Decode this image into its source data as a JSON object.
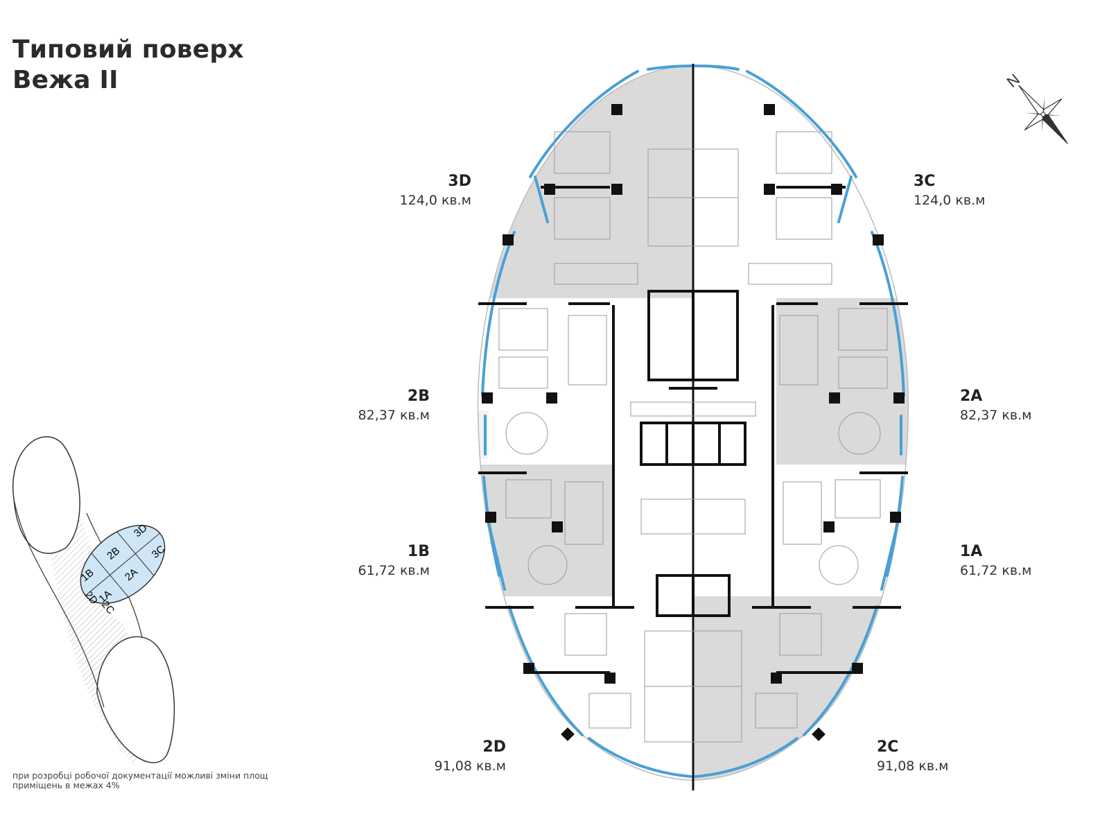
{
  "title": {
    "line1": "Типовий поверх",
    "line2": "Вежа II"
  },
  "compass": {
    "north_letter": "N"
  },
  "units": [
    {
      "id": "3D",
      "name": "3D",
      "area": "124,0 кв.м"
    },
    {
      "id": "3C",
      "name": "3C",
      "area": "124,0 кв.м"
    },
    {
      "id": "2B",
      "name": "2B",
      "area": "82,37 кв.м"
    },
    {
      "id": "2A",
      "name": "2A",
      "area": "82,37 кв.м"
    },
    {
      "id": "1B",
      "name": "1B",
      "area": "61,72 кв.м"
    },
    {
      "id": "1A",
      "name": "1A",
      "area": "61,72 кв.м"
    },
    {
      "id": "2D",
      "name": "2D",
      "area": "91,08 кв.м"
    },
    {
      "id": "2C",
      "name": "2C",
      "area": "91,08 кв.м"
    }
  ],
  "key_plan": {
    "labels": [
      "3D",
      "2B",
      "3C",
      "1B",
      "2A",
      "2D",
      "1A",
      "2C"
    ]
  },
  "disclaimer": "при розробці робочої документації можливі зміни площ приміщень в межах 4%",
  "colors": {
    "facade_glass": "#4a9fd6",
    "shaded_unit": "#d9d9d9",
    "key_highlight": "#cfe6f7",
    "wall": "#111111"
  }
}
